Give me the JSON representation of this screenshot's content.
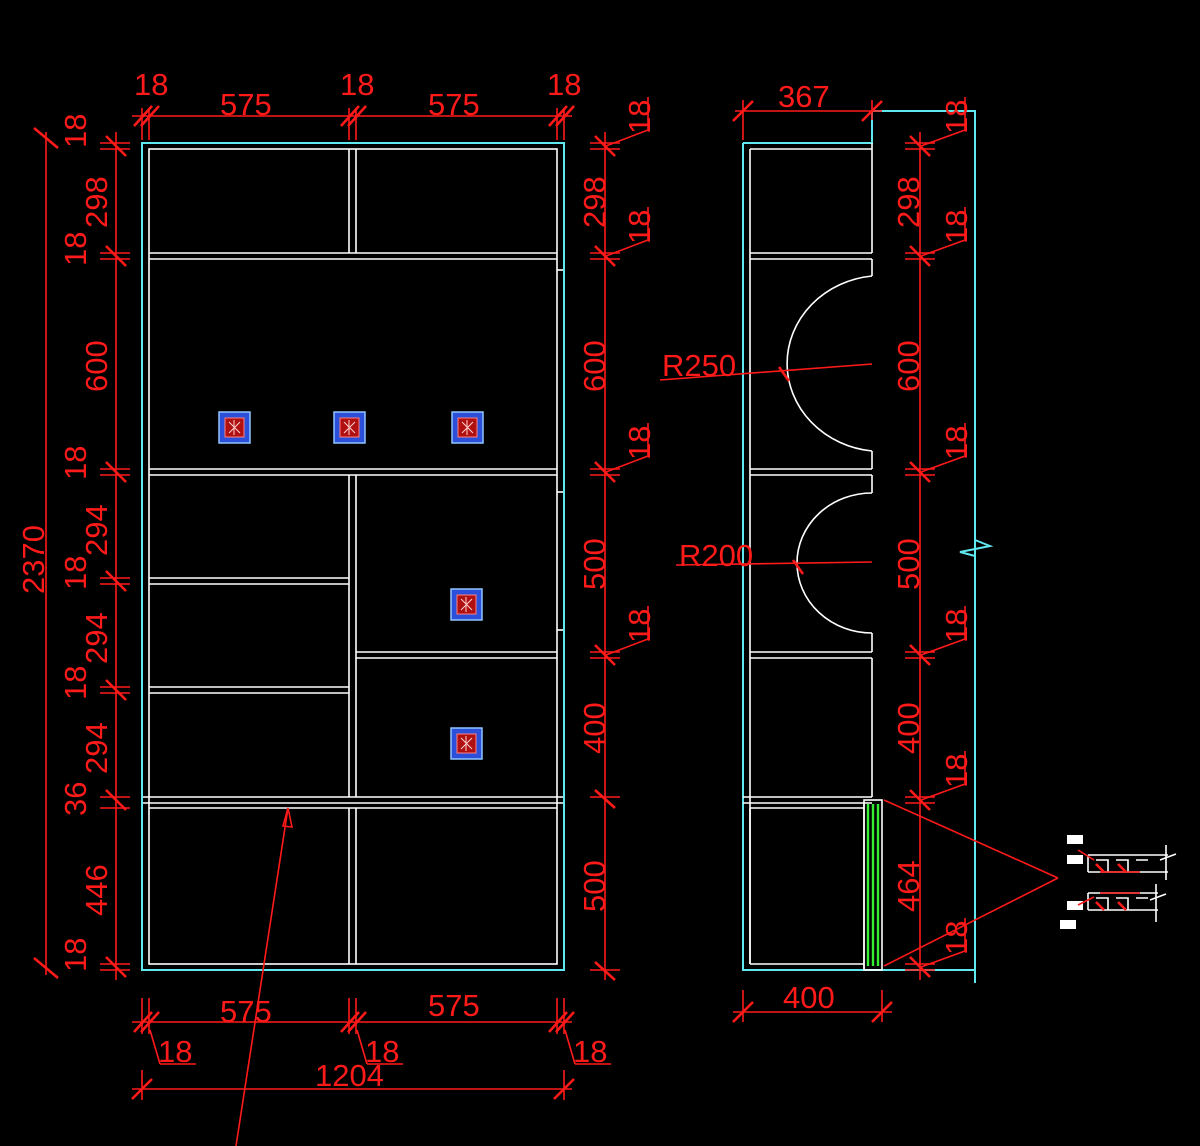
{
  "colors": {
    "background": "#000000",
    "dimension": "#ff1a1a",
    "panel_line": "#ffffff",
    "outline": "#5fe8ef",
    "door_edge": "#33ee33",
    "hardware": "#2b4fd8"
  },
  "front_view": {
    "top_dims": [
      "18",
      "575",
      "18",
      "575",
      "18"
    ],
    "left_dims": [
      "18",
      "298",
      "18",
      "600",
      "18",
      "294",
      "18",
      "294",
      "18",
      "294",
      "36",
      "446",
      "18"
    ],
    "overall_height": "2370",
    "right_dims": [
      "18",
      "298",
      "18",
      "600",
      "18",
      "500",
      "18",
      "400",
      "500"
    ],
    "bottom_dims": [
      "575",
      "575"
    ],
    "bottom_thickness": [
      "18",
      "18",
      "18"
    ],
    "overall_width": "1204"
  },
  "side_view": {
    "top_depth": "367",
    "arc_upper": "R250",
    "arc_lower": "R200",
    "right_dims": [
      "18",
      "298",
      "18",
      "600",
      "18",
      "500",
      "18",
      "400",
      "18",
      "464",
      "18"
    ],
    "bottom_depth": "400"
  }
}
